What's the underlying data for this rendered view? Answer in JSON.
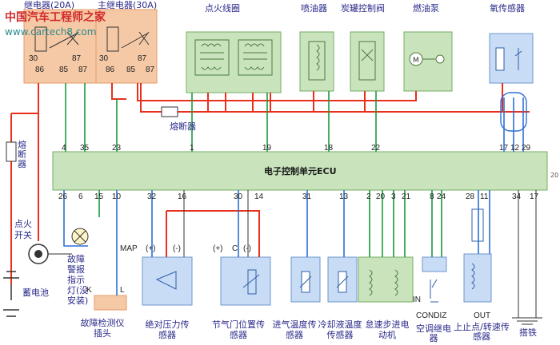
{
  "watermark": {
    "site_cn": "中国汽车工程师之家",
    "url": "www.cartech8.com"
  },
  "components": {
    "relay20": "继电器(20A)",
    "main_relay": "主继电器(30A)",
    "ignition_coil": "点火线圈",
    "injector": "喷油器",
    "canister_valve": "炭罐控制阀",
    "fuel_pump": "燃油泵",
    "o2_sensor": "氧传感器",
    "fuse_left": "熔断器",
    "fuse_mid": "熔断器",
    "ecu": "电子控制单元ECU",
    "ignition_switch": "点火开关",
    "battery": "蓄电池",
    "warning_lamp": "故障警报指示灯(没安装)",
    "diag_plug": "故障检测仪插头",
    "map_sensor": "绝对压力传感器",
    "tps": "节气门位置传感器",
    "iat": "进气温度传感器",
    "ect": "冷却液温度传感器",
    "idle_motor": "怠速步进电动机",
    "ac_relay": "空调继电器",
    "crank_sensor": "上止点/转速传感器",
    "ground": "搭铁"
  },
  "tags": {
    "map": "MAP",
    "plus": "(+)",
    "minus": "(-)",
    "c": "C",
    "k": "K",
    "l": "L",
    "in": "IN",
    "condiz": "CONDIZ",
    "out": "OUT",
    "pin_20_edge": "20"
  },
  "relay_pins": {
    "relay20_top": [
      "30",
      "87"
    ],
    "relay20_bottom": [
      "86",
      "85",
      "87"
    ],
    "main_top": [
      "30",
      "87"
    ],
    "main_bottom": [
      "86",
      "85",
      "87"
    ]
  },
  "ecu_pins_top": [
    "4",
    "35",
    "23",
    "1",
    "19",
    "18",
    "22",
    "17",
    "12",
    "29"
  ],
  "ecu_pins_bottom": [
    "26",
    "6",
    "15",
    "10",
    "32",
    "16",
    "30",
    "14",
    "31",
    "13",
    "2",
    "20",
    "3",
    "21",
    "8",
    "24",
    "28",
    "11",
    "34",
    "17"
  ]
}
